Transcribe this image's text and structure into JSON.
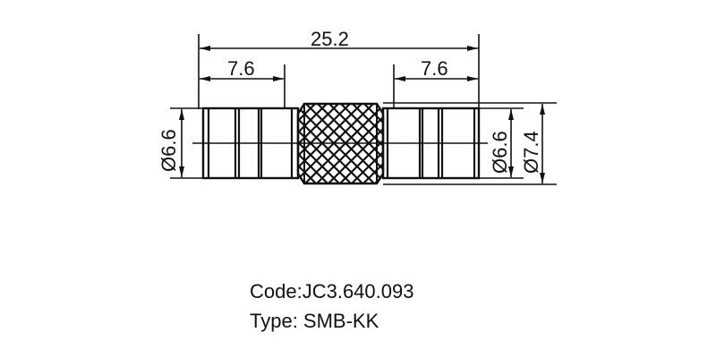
{
  "drawing": {
    "title": "SMB-KK connector technical drawing",
    "dimensions": {
      "overall_length": "25.2",
      "left_length": "7.6",
      "right_length": "7.6",
      "left_diameter": "Ø6.6",
      "right_diameter": "Ø6.6",
      "knurl_diameter": "Ø7.4"
    },
    "colors": {
      "line": "#111111",
      "background": "#ffffff"
    }
  },
  "caption": {
    "code": "Code:JC3.640.093",
    "type": "Type: SMB-KK"
  }
}
